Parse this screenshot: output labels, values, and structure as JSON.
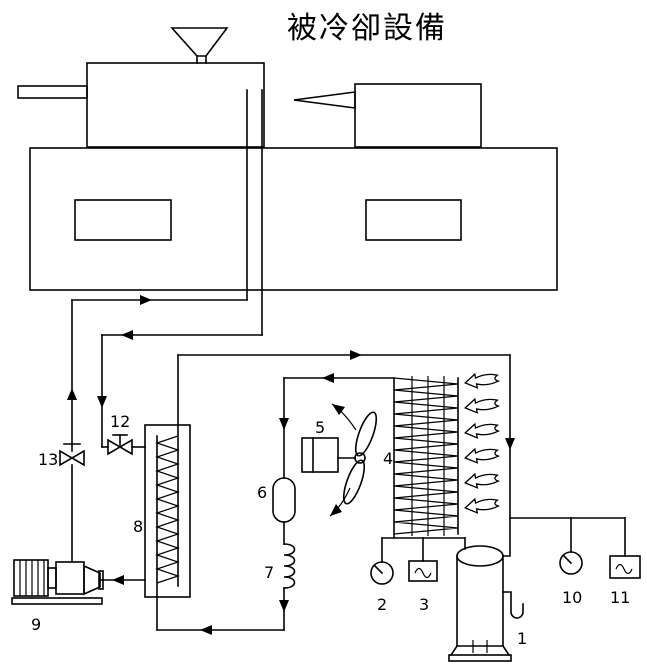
{
  "title": "被冷卻設備",
  "colors": {
    "line": "#000000",
    "background": "#ffffff"
  },
  "labels": {
    "compressor": "1",
    "gauge_2": "2",
    "switch_3": "3",
    "fan": "4",
    "fan_motor_box": "5",
    "receiver_drier": "6",
    "capillary_coil": "7",
    "heat_exchanger": "8",
    "pump": "9",
    "gauge_10": "10",
    "switch_11": "11",
    "valve_12": "12",
    "valve_13": "13"
  }
}
